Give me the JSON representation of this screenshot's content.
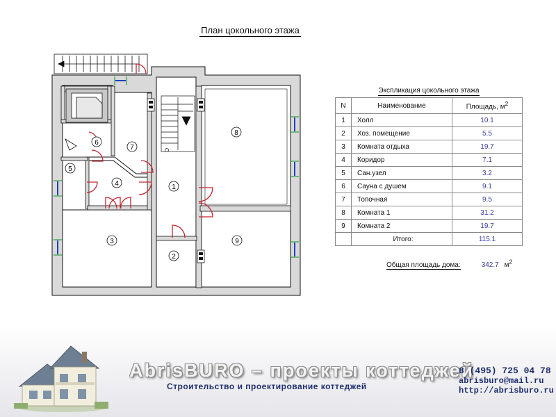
{
  "plan_title": "План цокольного этажа",
  "rooms": [
    {
      "n": "1"
    },
    {
      "n": "2"
    },
    {
      "n": "3"
    },
    {
      "n": "4"
    },
    {
      "n": "5"
    },
    {
      "n": "6"
    },
    {
      "n": "7"
    },
    {
      "n": "8"
    },
    {
      "n": "9"
    }
  ],
  "explication": {
    "title": "Экспликация цокольного этажа",
    "headers": {
      "n": "N",
      "name": "Наименование",
      "area": "Площадь, м",
      "sup": "2"
    },
    "rows": [
      {
        "n": "1",
        "name": "Холл",
        "area": "10.1"
      },
      {
        "n": "2",
        "name": "Хоз. помещение",
        "area": "5.5"
      },
      {
        "n": "3",
        "name": "Комната отдыха",
        "area": "19.7"
      },
      {
        "n": "4",
        "name": "Коридор",
        "area": "7.1"
      },
      {
        "n": "5",
        "name": "Сан.узел",
        "area": "3.2"
      },
      {
        "n": "6",
        "name": "Сауна с душем",
        "area": "9.1"
      },
      {
        "n": "7",
        "name": "Топочная",
        "area": "9.5"
      },
      {
        "n": "8",
        "name": "Комната 1",
        "area": "31.2"
      },
      {
        "n": "9",
        "name": "Комната 2",
        "area": "19.7"
      }
    ],
    "total_label": "Итого:",
    "total_value": "115.1"
  },
  "house_total": {
    "label": "Общая площадь дома:",
    "value": "342.7",
    "unit": "м",
    "sup": "2"
  },
  "footer": {
    "brand": "AbrisBURO – проекты коттеджей",
    "tagline": "Строительство и проектирование коттеджей",
    "phone": "8 (495) 725 04 78",
    "email": "abrisburo@mail.ru",
    "site": "http://abrisburo.ru"
  },
  "colors": {
    "wall": "#d9d9d9",
    "door": "#c0262d",
    "window": "#1f3fbf",
    "window_frame": "#2ea043",
    "link": "#1f2f6e"
  }
}
